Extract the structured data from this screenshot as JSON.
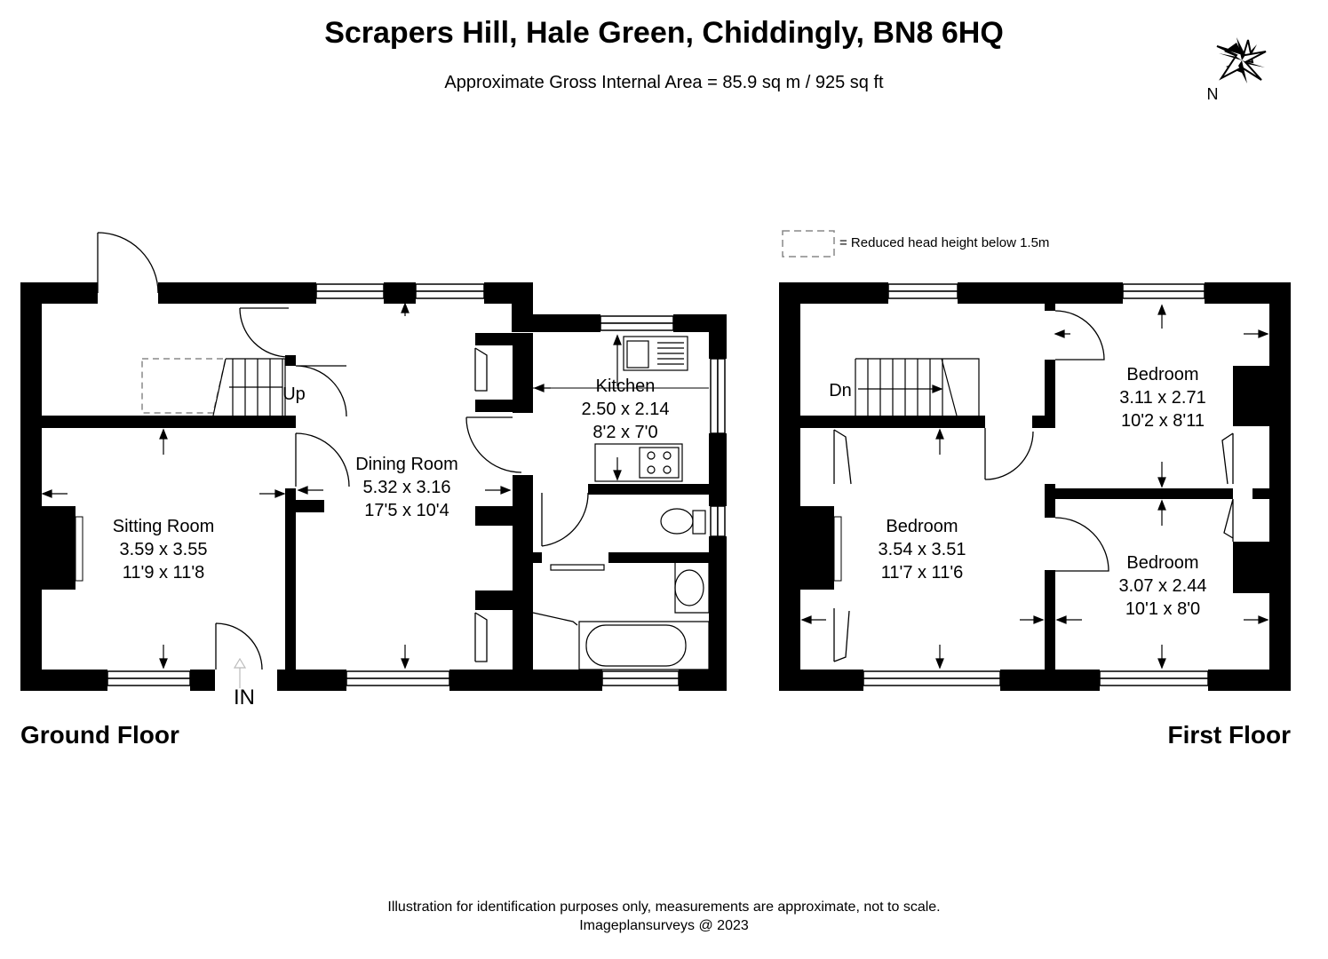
{
  "header": {
    "title": "Scrapers Hill, Hale Green, Chiddingly, BN8 6HQ",
    "subtitle": "Approximate Gross Internal Area = 85.9 sq m / 925 sq ft"
  },
  "compass": {
    "label": "N"
  },
  "legend": {
    "text": "= Reduced head height below 1.5m"
  },
  "ground_floor": {
    "label": "Ground Floor",
    "entrance": "IN",
    "stairs": "Up",
    "rooms": [
      {
        "name": "Sitting Room",
        "metric": "3.59 x 3.55",
        "imperial": "11'9 x 11'8"
      },
      {
        "name": "Dining Room",
        "metric": "5.32 x 3.16",
        "imperial": "17'5 x 10'4"
      },
      {
        "name": "Kitchen",
        "metric": "2.50 x 2.14",
        "imperial": "8'2 x 7'0"
      }
    ]
  },
  "first_floor": {
    "label": "First Floor",
    "stairs": "Dn",
    "rooms": [
      {
        "name": "Bedroom",
        "metric": "3.54 x 3.51",
        "imperial": "11'7 x 11'6"
      },
      {
        "name": "Bedroom",
        "metric": "3.11 x 2.71",
        "imperial": "10'2 x 8'11"
      },
      {
        "name": "Bedroom",
        "metric": "3.07 x 2.44",
        "imperial": "10'1 x 8'0"
      }
    ]
  },
  "footer": {
    "disclaimer": "Illustration for identification purposes only, measurements are approximate, not to scale.",
    "credit": "Imageplansurveys @ 2023"
  }
}
